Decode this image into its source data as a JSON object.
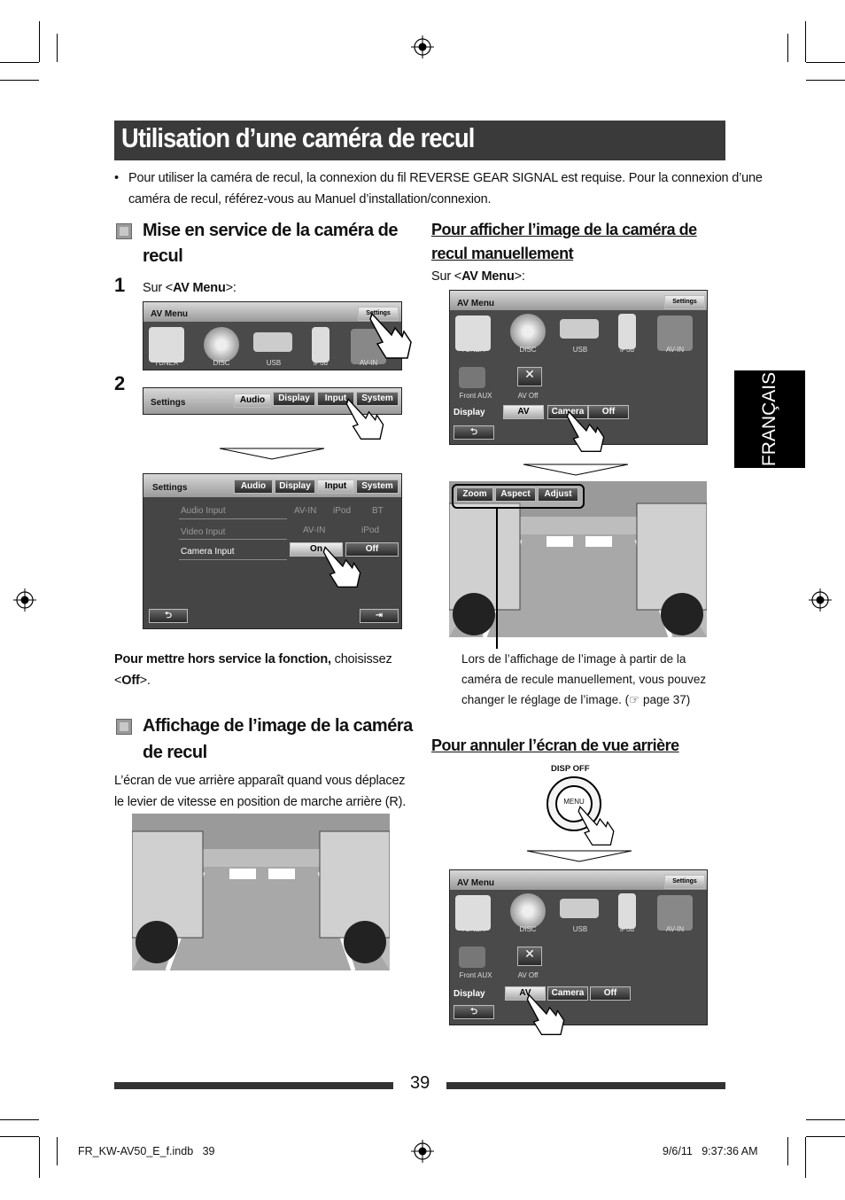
{
  "title": "Utilisation d’une caméra de recul",
  "side_tab": "FRANÇAIS",
  "intro": {
    "bullet": "•",
    "line1": "Pour utiliser la caméra de recul, la connexion du fil REVERSE GEAR SIGNAL est requise. Pour la connexion d’une",
    "line2": "caméra de recul, référez-vous au Manuel d’installation/connexion."
  },
  "left": {
    "section1": {
      "title1": "Mise en service de la caméra de",
      "title2": "recul"
    },
    "step1": {
      "num": "1",
      "pre": "Sur <",
      "bold": "AV Menu",
      "post": ">:"
    },
    "step2": {
      "num": "2"
    },
    "off_note": {
      "bold": "Pour mettre hors service la fonction,",
      "rest": " choisissez",
      "line2_pre": "<",
      "line2_bold": "Off",
      "line2_post": ">."
    },
    "section2": {
      "title1": "Affichage de l’image de la caméra",
      "title2": "de recul"
    },
    "section2_text": {
      "line1": "L’écran de vue arrière apparaît quand vous déplacez",
      "line2": "le levier de vitesse en position de marche arrière (R)."
    }
  },
  "right": {
    "section1": {
      "title1": "Pour afficher l’image de la caméra de",
      "title2": "recul manuellement"
    },
    "step": {
      "pre": "Sur <",
      "bold": "AV Menu",
      "post": ">:"
    },
    "caption": {
      "line1": "Lors de l’affichage de l’image à partir de la",
      "line2": "caméra de recule manuellement, vous pouvez",
      "line3": "changer le réglage de l’image. (☞ page 37)"
    },
    "section2": {
      "title": "Pour annuler l’écran de vue arrière"
    },
    "disp_off": "DISP OFF",
    "menu": "MENU"
  },
  "ui": {
    "av_menu": "AV Menu",
    "settings": "Settings",
    "sources": [
      "TUNER",
      "DISC",
      "USB",
      "iPod",
      "AV-IN"
    ],
    "tabs": [
      "Audio",
      "Display",
      "Input",
      "System"
    ],
    "rows": [
      {
        "label": "Audio Input",
        "opts": [
          "AV-IN",
          "iPod",
          "BT"
        ]
      },
      {
        "label": "Video Input",
        "opts": [
          "AV-IN",
          "iPod"
        ]
      },
      {
        "label": "Camera Input",
        "opts": [
          "On",
          "Off"
        ]
      }
    ],
    "front_aux": "Front AUX",
    "av_off": "AV Off",
    "display": "Display",
    "display_opts": [
      "AV",
      "Camera",
      "Off"
    ],
    "cam_btns": [
      "Zoom",
      "Aspect",
      "Adjust"
    ]
  },
  "page_number": "39",
  "footer": {
    "left": "FR_KW-AV50_E_f.indb   39",
    "right": "9/6/11   9:37:36 AM"
  }
}
